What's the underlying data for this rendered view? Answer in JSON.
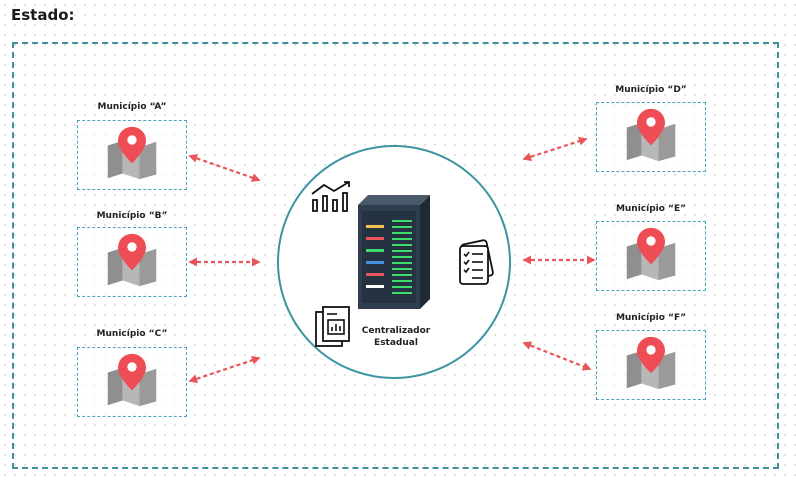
{
  "title": "Estado:",
  "hub": {
    "line1": "Centralizador",
    "line2": "Estadual",
    "icon": "server-rack-icon"
  },
  "municipalities": [
    {
      "label": "Município “A”",
      "icon": "map-pin-icon"
    },
    {
      "label": "Município “B”",
      "icon": "map-pin-icon"
    },
    {
      "label": "Município “C”",
      "icon": "map-pin-icon"
    },
    {
      "label": "Município “D”",
      "icon": "map-pin-icon"
    },
    {
      "label": "Município “E”",
      "icon": "map-pin-icon"
    },
    {
      "label": "Município “F”",
      "icon": "map-pin-icon"
    }
  ],
  "colors": {
    "frame": "#3f8f9d",
    "hub_circle": "#3c94a3",
    "box_border": "#4aa3c2",
    "arrow": "#e8555a",
    "pin": "#ef4d55",
    "map": "#9e9e9e",
    "server": "#2f3e4e"
  }
}
